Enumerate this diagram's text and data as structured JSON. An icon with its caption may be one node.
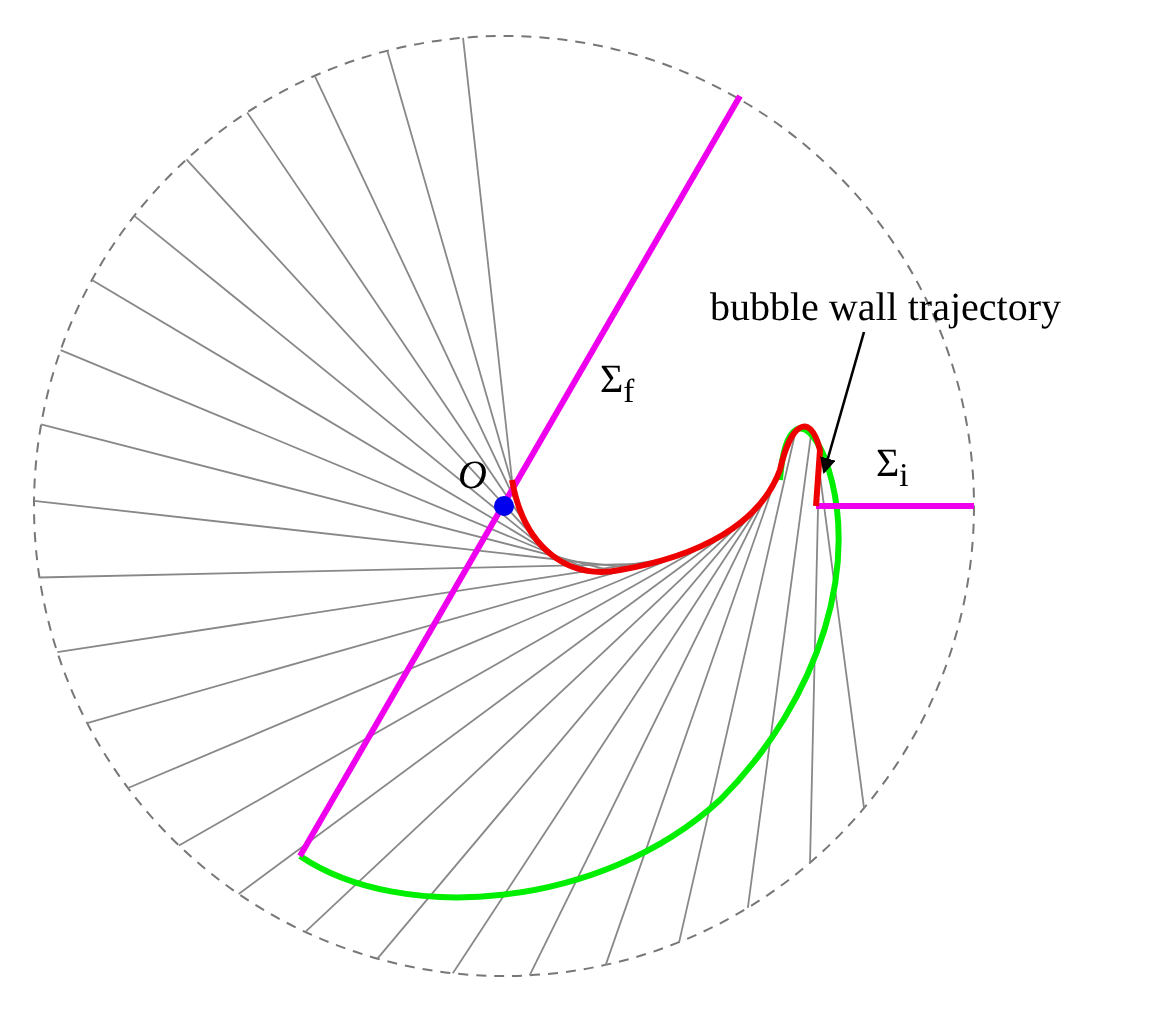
{
  "diagram": {
    "nodes": [
      {
        "text": [
          "bubble wall trajectory"
        ]
      },
      {
        "text": [],
        "shape": "curve"
      }
    ],
    "edges": [
      {
        "from": 0,
        "to": 1,
        "arrow": "to"
      }
    ],
    "labels": [
      "O",
      "Σ$_{f}$",
      "Σ$_{i}$"
    ]
  }
}
